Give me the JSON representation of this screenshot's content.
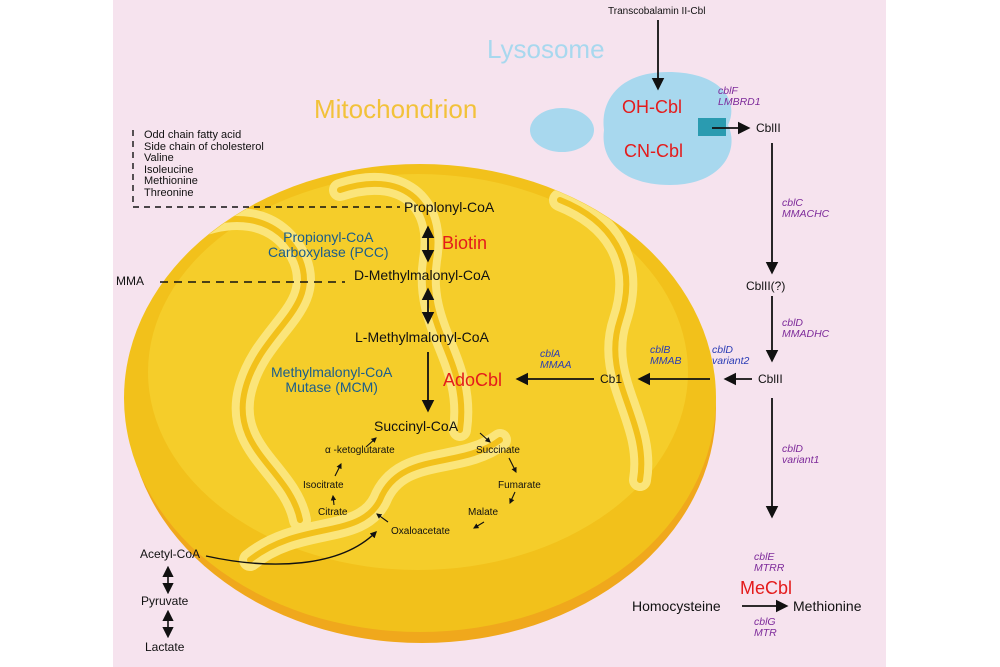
{
  "colors": {
    "background": "#f6e3ee",
    "lysosome": "#a8d8ee",
    "mitochondrion_label": "#f2c23a",
    "cofactor": "#e41b1b",
    "gene_purple": "#7d2a9a",
    "gene_blue": "#2a3cb5",
    "enzyme_blue": "#1a5d8c",
    "mito_outer": "#f2c11b",
    "mito_inner": "#fbe57a"
  },
  "labels": {
    "lysosome": "Lysosome",
    "mitochondrion": "Mitochondrion",
    "transcobalamin": "Transcobalamin II-Cbl",
    "oh_cbl": "OH-Cbl",
    "cn_cbl": "CN-Cbl",
    "cbl_ii_first": "CblII",
    "cbl_ii_q": "CblII(?)",
    "cbl_ii": "CblII",
    "cb1": "Cb1",
    "mma": "MMA",
    "biotin": "Biotin",
    "adocbl": "AdoCbl",
    "mecbl": "MeCbl",
    "propionyl_coa": "Proplonyl-CoA",
    "d_methylmalonyl": "D-Methylmalonyl-CoA",
    "l_methylmalonyl": "L-Methylmalonyl-CoA",
    "succinyl_coa": "Succinyl-CoA",
    "pcc_line1": "Propionyl-CoA",
    "pcc_line2": "Carboxylase (PCC)",
    "mcm_line1": "Methylmalonyl-CoA",
    "mcm_line2": "Mutase (MCM)",
    "homocysteine": "Homocysteine",
    "methionine": "Methionine",
    "acetyl_coa": "Acetyl-CoA",
    "pyruvate": "Pyruvate",
    "lactate": "Lactate"
  },
  "sources": [
    "Odd chain fatty acid",
    "Side chain of cholesterol",
    "Valine",
    "Isoleucine",
    "Methionine",
    "Threonine"
  ],
  "tca": {
    "alpha_kg": "α -ketoglutarate",
    "succinate": "Succinate",
    "isocitrate": "Isocitrate",
    "fumarate": "Fumarate",
    "citrate": "Citrate",
    "malate": "Malate",
    "oxaloacetate": "Oxaloacetate"
  },
  "genes": {
    "cblf": [
      "cblF",
      "LMBRD1"
    ],
    "cblc": [
      "cblC",
      "MMACHC"
    ],
    "cbld_mmadhc": [
      "cblD",
      "MMADHC"
    ],
    "cbld_v2": [
      "cblD",
      "variant2"
    ],
    "cblb": [
      "cblB",
      "MMAB"
    ],
    "cbla": [
      "cblA",
      "MMAA"
    ],
    "cbld_v1": [
      "cblD",
      "variant1"
    ],
    "cble": [
      "cblE",
      "MTRR"
    ],
    "cblg": [
      "cblG",
      "MTR"
    ]
  }
}
